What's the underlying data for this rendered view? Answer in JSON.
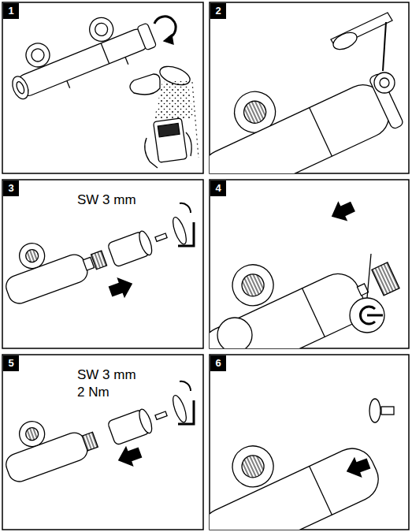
{
  "diagram": {
    "labels": [
      "1",
      "2",
      "3",
      "SW 3 mm",
      "4",
      "5",
      "SW 3 mm",
      "2 Nm",
      "6"
    ]
  }
}
